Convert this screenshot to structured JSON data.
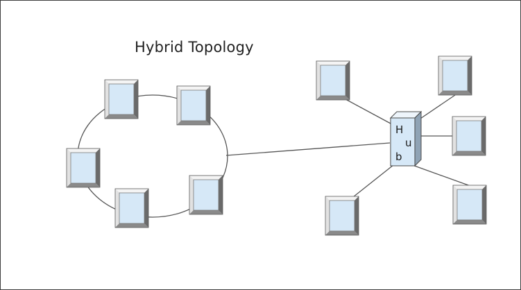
{
  "title": "Hybrid Topology",
  "hub": {
    "label": "Hub",
    "letters": [
      "H",
      "u",
      "b"
    ]
  },
  "colors": {
    "screen": "#d6e8f7",
    "bevel_light": "#f4f4f4",
    "bevel_mid": "#c9c9c9",
    "bevel_dark": "#6a6a6a",
    "link": "#555555"
  }
}
